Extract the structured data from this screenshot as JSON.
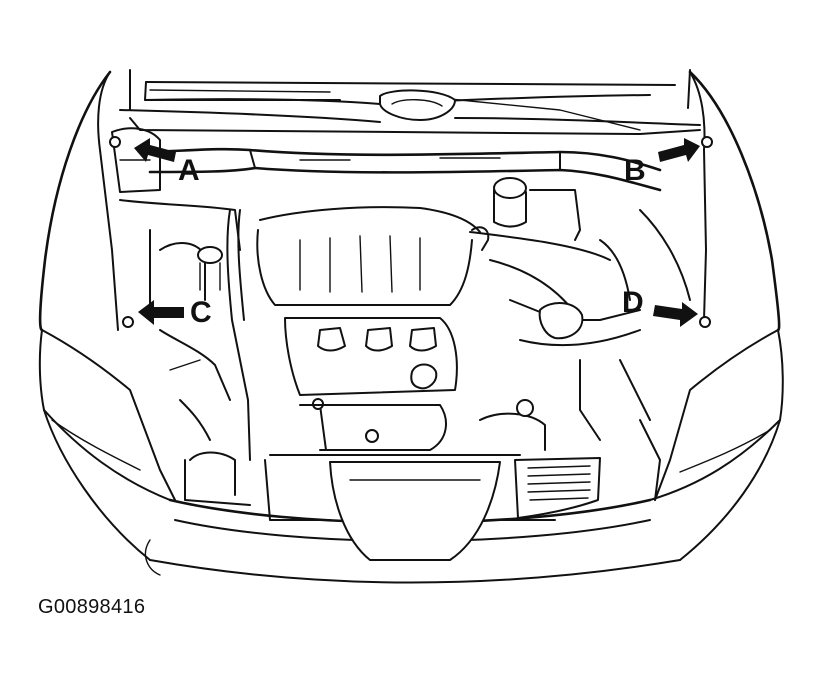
{
  "callouts": {
    "a": "A",
    "b": "B",
    "c": "C",
    "d": "D"
  },
  "figure_id": "G00898416",
  "icons": [
    "arrow-icon",
    "bolt-icon"
  ],
  "colors": {
    "ink": "#111111",
    "paper": "#ffffff"
  }
}
